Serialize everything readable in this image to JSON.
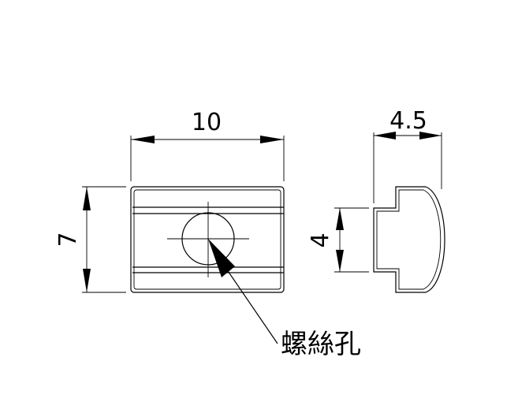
{
  "dimensions": {
    "width_front": "10",
    "height_front": "7",
    "width_side": "4.5",
    "height_side": "4"
  },
  "labels": {
    "screw_hole": "螺絲孔"
  }
}
